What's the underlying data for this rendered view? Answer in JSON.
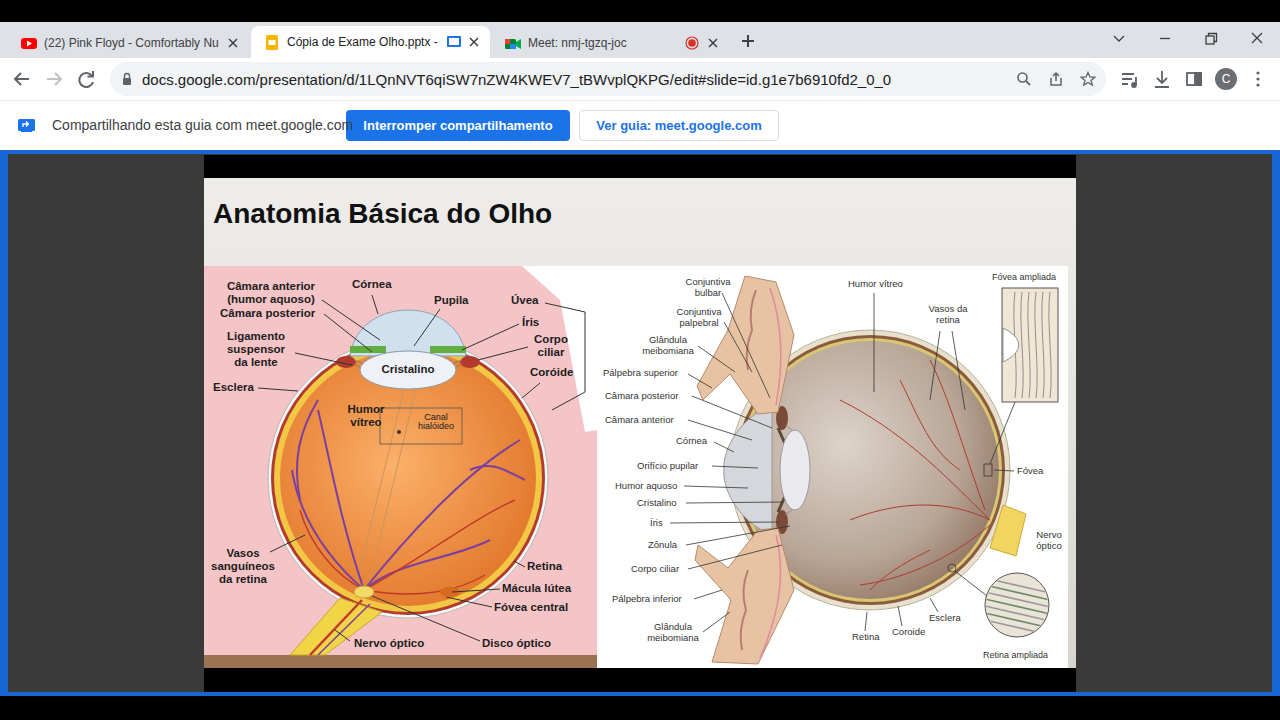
{
  "diagram": {
    "title": "Anatomia Básica do Olho",
    "nodes": [
      {
        "text": [
          "(22) Pink Floyd - Comfortably Nu"
        ]
      },
      {
        "text": [
          "Cópia de Exame Olho.pptx -"
        ]
      },
      {
        "text": [
          "Meet: nmj-tgzq-joc"
        ]
      },
      {
        "text": [
          "docs.google.com/presentation/d/1LQnNVT6qiSW7nZW4KWEV7_tBWvplQKPG/edit#slide=id.g1e7b6910fd2_0_0"
        ]
      },
      {
        "text": [
          "C"
        ]
      },
      {
        "text": [
          "Interromper compartilhamento"
        ]
      },
      {
        "text": [
          "Ver guia: meet.google.com"
        ]
      }
    ],
    "labels": [
      "Compartilhando esta guia com meet.google.com",
      "Câmara anterior (humor aquoso)",
      "Córnea",
      "Pupila",
      "Úvea",
      "Câmara posterior",
      "Íris",
      "Ligamento suspensor da lente",
      "Corpo ciliar",
      "Cristalino",
      "Coróide",
      "Esclera",
      "Humor vítreo",
      "Canal hialóideo",
      "Vasos sanguíneos da retina",
      "Retina",
      "Mácula lútea",
      "Fóvea central",
      "Nervo óptico",
      "Disco óptico",
      "Conjuntiva bulbar",
      "Conjuntiva palpebral",
      "Glândula meibomiana",
      "Pálpebra superior",
      "Câmara posterior",
      "Câmara anterior",
      "Córnea",
      "Orifício pupilar",
      "Humor aquoso",
      "Cristalino",
      "Íris",
      "Zônula",
      "Corpo ciliar",
      "Pálpebra inferior",
      "Glândula meibomiana",
      "Humor vítreo",
      "Vasos da retina",
      "Fóvea ampliada",
      "Fóvea",
      "Nervo óptico",
      "Esclera",
      "Coroide",
      "Retina",
      "Retina ampliada"
    ]
  }
}
